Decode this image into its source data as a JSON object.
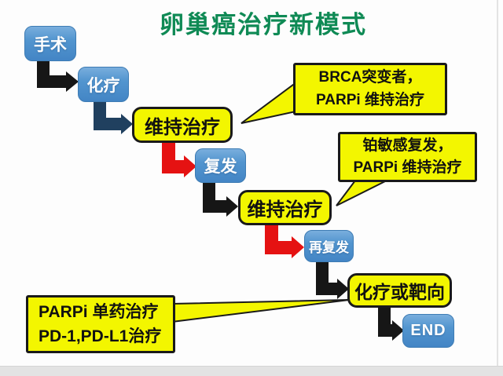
{
  "title": {
    "text": "卵巢癌治疗新模式",
    "color": "#0f8a55"
  },
  "nodes": {
    "surgery": {
      "label": "手术",
      "type": "blue"
    },
    "chemotherapy": {
      "label": "化疗",
      "type": "blue"
    },
    "maintenance1": {
      "label": "维持治疗",
      "type": "yellow"
    },
    "relapse": {
      "label": "复发",
      "type": "blue"
    },
    "maintenance2": {
      "label": "维持治疗",
      "type": "yellow"
    },
    "re_relapse": {
      "label": "再复发",
      "type": "blue"
    },
    "chemo_or_targeted": {
      "label": "化疗或靶向",
      "type": "yellow"
    },
    "end": {
      "label": "END",
      "type": "blue"
    }
  },
  "callouts": {
    "brca": {
      "lines": [
        "BRCA突变者，",
        "PARPi 维持治疗"
      ],
      "points_to": "maintenance1"
    },
    "platinum": {
      "lines": [
        "铂敏感复发，",
        "PARPi 维持治疗"
      ],
      "points_to": "maintenance2"
    },
    "parpi": {
      "lines": [
        "PARPi 单药治疗",
        "PD-1,PD-L1治疗"
      ],
      "points_to": "chemo_or_targeted"
    }
  },
  "colors": {
    "title_green": "#0f8a55",
    "node_blue": "#4d91cd",
    "node_yellow": "#f3f600",
    "arrow_black": "#161616",
    "arrow_navy": "#20405f",
    "arrow_red": "#e51212",
    "outline_black": "#1a1a1a",
    "bottom_strip_gray": "#e3e3e3"
  }
}
